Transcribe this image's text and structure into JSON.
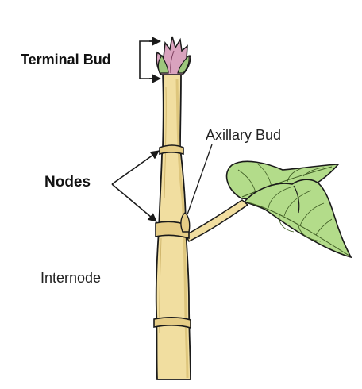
{
  "labels": {
    "terminal_bud": "Terminal Bud",
    "axillary_bud": "Axillary Bud",
    "nodes": "Nodes",
    "internode": "Internode"
  },
  "colors": {
    "stem_fill": "#f1dea0",
    "stem_shade": "#d9bf74",
    "outline": "#1a1a1a",
    "leaf_fill": "#b3dc8a",
    "leaf_vein": "#3d5a22",
    "bud_pink": "#d9a3be",
    "bud_green": "#9dc77c"
  }
}
